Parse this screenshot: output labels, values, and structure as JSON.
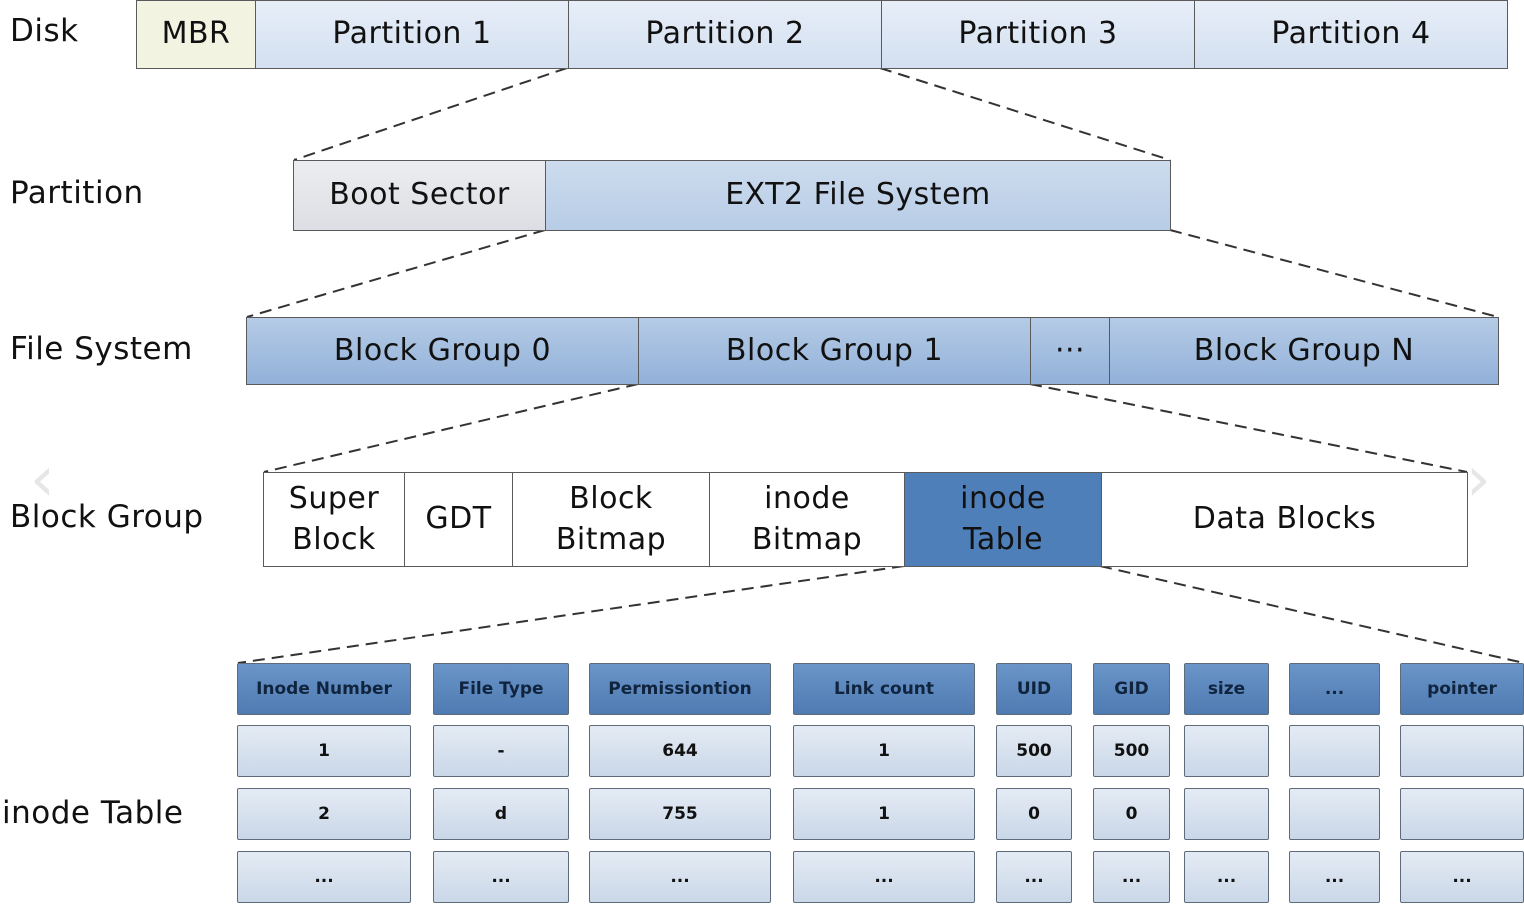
{
  "labels": {
    "disk": "Disk",
    "partition": "Partition",
    "file_system": "File System",
    "block_group": "Block Group",
    "inode_table": "inode Table"
  },
  "disk_row": [
    "MBR",
    "Partition 1",
    "Partition 2",
    "Partition 3",
    "Partition 4"
  ],
  "partition_row": [
    "Boot Sector",
    "EXT2 File System"
  ],
  "fs_row": [
    "Block Group 0",
    "Block Group 1",
    "···",
    "Block Group N"
  ],
  "bg_row": [
    "Super Block",
    "GDT",
    "Block Bitmap",
    "inode Bitmap",
    "inode Table",
    "Data Blocks"
  ],
  "table": {
    "headers": [
      "Inode Number",
      "File Type",
      "Permissiontion",
      "Link count",
      "UID",
      "GID",
      "size",
      "...",
      "pointer"
    ],
    "rows": [
      [
        "1",
        "-",
        "644",
        "1",
        "500",
        "500",
        "",
        "",
        ""
      ],
      [
        "2",
        "d",
        "755",
        "1",
        "0",
        "0",
        "",
        "",
        ""
      ],
      [
        "...",
        "...",
        "...",
        "...",
        "...",
        "...",
        "...",
        "...",
        "..."
      ]
    ]
  },
  "nav": {
    "prev": "‹",
    "next": "›"
  },
  "colors": {
    "highlight": "#4f7fb8",
    "block_group": "#a3bfe0",
    "ext2": "#c4d5ea",
    "mbr": "#f3f3e2"
  }
}
